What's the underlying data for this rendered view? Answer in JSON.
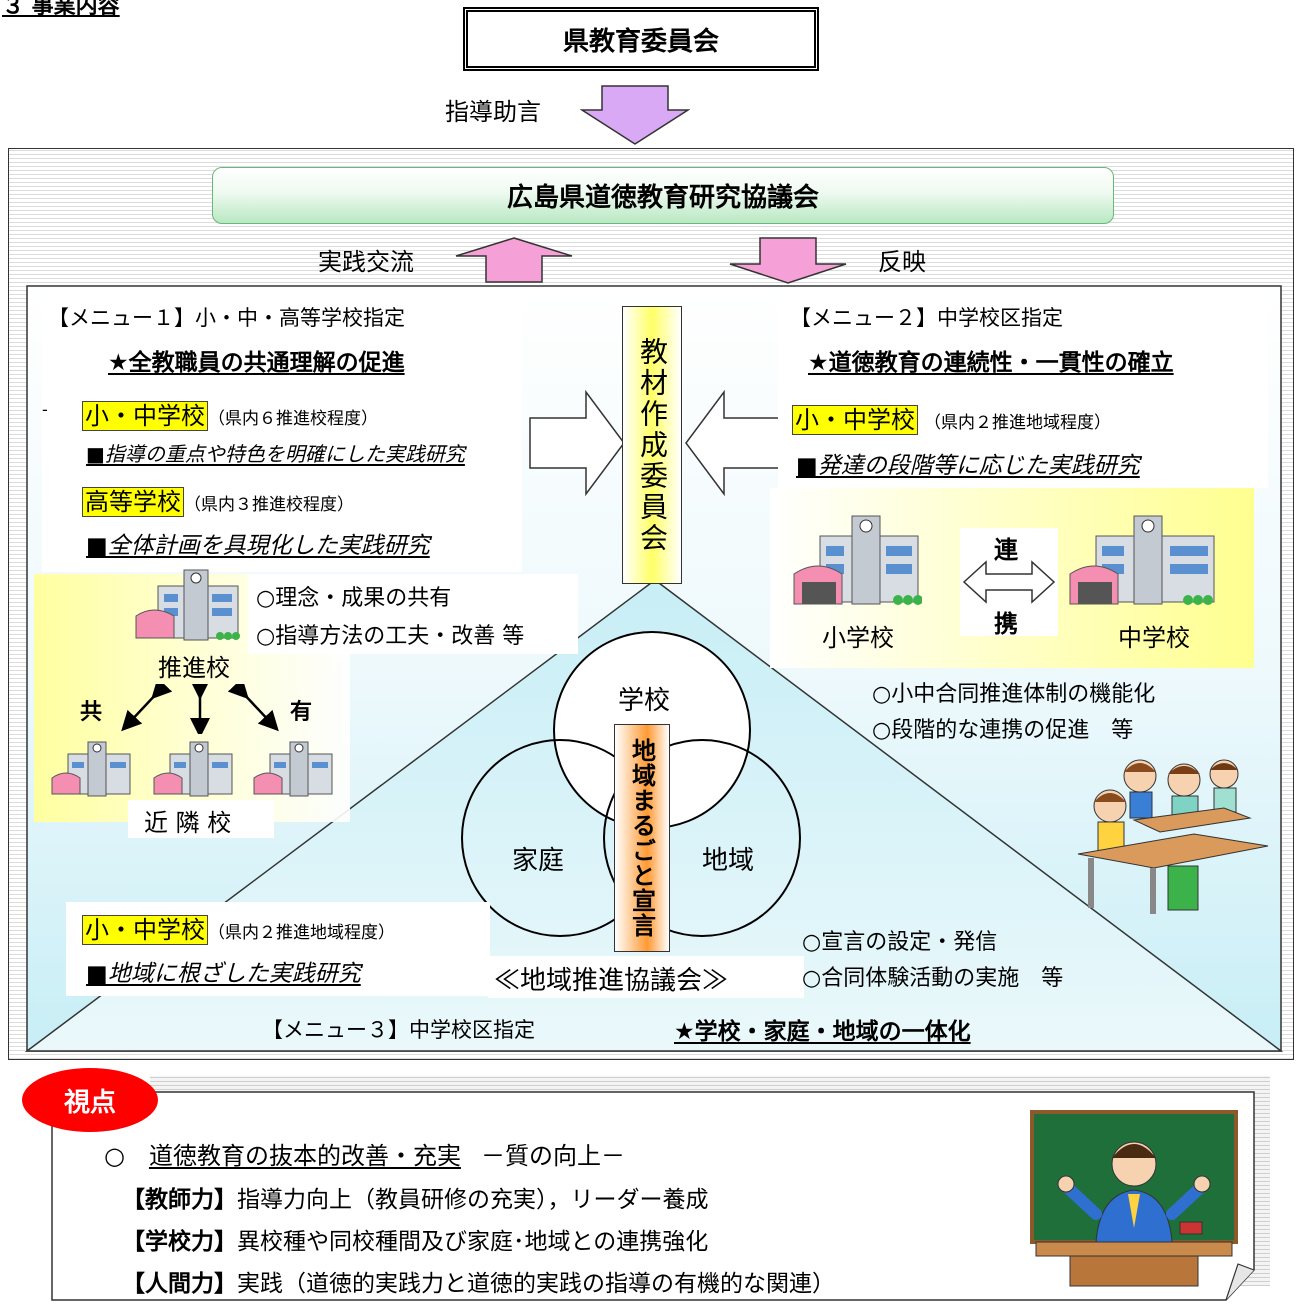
{
  "header_fragment": "３ 事業内容",
  "board": "県教育委員会",
  "guidance": "指導助言",
  "council": "広島県道徳教育研究協議会",
  "practice_exchange": "実践交流",
  "reflection": "反映",
  "menu1": {
    "title": "【メニュー１】小・中・高等学校指定",
    "goal": "★全教職員の共通理解の促進",
    "school1": "小・中学校",
    "school1_note": "（県内６推進校程度）",
    "school1_research": "■指導の重点や特色を明確にした実践研究",
    "school2": "高等学校",
    "school2_note": "（県内３推進校程度）",
    "school2_research": "■全体計画を具現化した実践研究",
    "point1": "○理念・成果の共有",
    "point2": "○指導方法の工夫・改善 等",
    "promo_school": "推進校",
    "share_left": "共",
    "share_right": "有",
    "neighbor": "近 隣 校"
  },
  "committee": "教材作成委員会",
  "menu2": {
    "title": "【メニュー２】中学校区指定",
    "goal": "★道徳教育の連続性・一貫性の確立",
    "school": "小・中学校",
    "school_note": "（県内２推進地域程度）",
    "research": "■発達の段階等に応じた実践研究",
    "link_top": "連",
    "link_bottom": "携",
    "elementary": "小学校",
    "junior": "中学校",
    "point1": "○小中合同推進体制の機能化",
    "point2": "○段階的な連携の促進　等"
  },
  "venn": {
    "school": "学校",
    "home": "家庭",
    "community": "地域",
    "declaration": "地域まるごと宣言",
    "council": "≪地域推進協議会≫"
  },
  "menu3": {
    "school": "小・中学校",
    "school_note": "（県内２推進地域程度）",
    "research": "■地域に根ざした実践研究",
    "point1": "○宣言の設定・発信",
    "point2": "○合同体験活動の実施　等",
    "title": "【メニュー３】中学校区指定",
    "goal": "★学校・家庭・地域の一体化"
  },
  "viewpoint": {
    "badge": "視点",
    "headline_mark": "○",
    "headline": "道徳教育の抜本的改善・充実",
    "headline_sub": "－質の向上－",
    "items": [
      {
        "label": "【教師力】",
        "text": "指導力向上（教員研修の充実），リーダー養成"
      },
      {
        "label": "【学校力】",
        "text": "異校種や同校種間及び家庭･地域との連携強化"
      },
      {
        "label": "【人間力】",
        "text": "実践（道徳的実践力と道徳的実践の指導の有機的な関連）"
      }
    ]
  },
  "colors": {
    "arrow_violet": "#d9a9f5",
    "arrow_pink": "#f5a0d6",
    "highlight_yellow": "#ffff00",
    "badge_red": "#ff0000",
    "committee_gradient": "#ffff33",
    "declaration_gradient": "#ff9a33",
    "council_box_green": "#7fd18d"
  }
}
